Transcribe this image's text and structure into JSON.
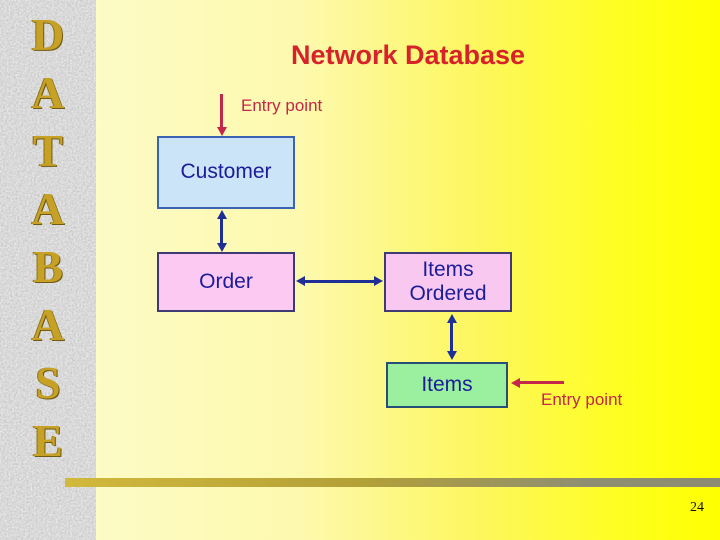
{
  "slide": {
    "title": "Network Database",
    "page_number": "24"
  },
  "sidebar": {
    "letters": [
      "D",
      "A",
      "T",
      "A",
      "B",
      "A",
      "S",
      "E"
    ],
    "letter_color": "#c7a125",
    "texture": "gray-granite-noise"
  },
  "labels": {
    "entry_point_top": "Entry point",
    "entry_point_bottom": "Entry point"
  },
  "boxes": {
    "customer": {
      "label": "Customer",
      "fill": "#cbe4f7"
    },
    "order": {
      "label": "Order",
      "fill": "#fbc9f2"
    },
    "items_ordered": {
      "label": "Items Ordered",
      "fill": "#f8c8f0"
    },
    "items": {
      "label": "Items",
      "fill": "#9af09e"
    }
  },
  "colors": {
    "title_red": "#d8222b",
    "entry_crimson": "#c32749",
    "connector_navy": "#1e2f96",
    "box_text_navy": "#1c1c99",
    "background_left": "#fdfbc6",
    "background_right": "#ffff02",
    "bar_gold": "#d2b93c",
    "bar_gray": "#8c8c74"
  }
}
